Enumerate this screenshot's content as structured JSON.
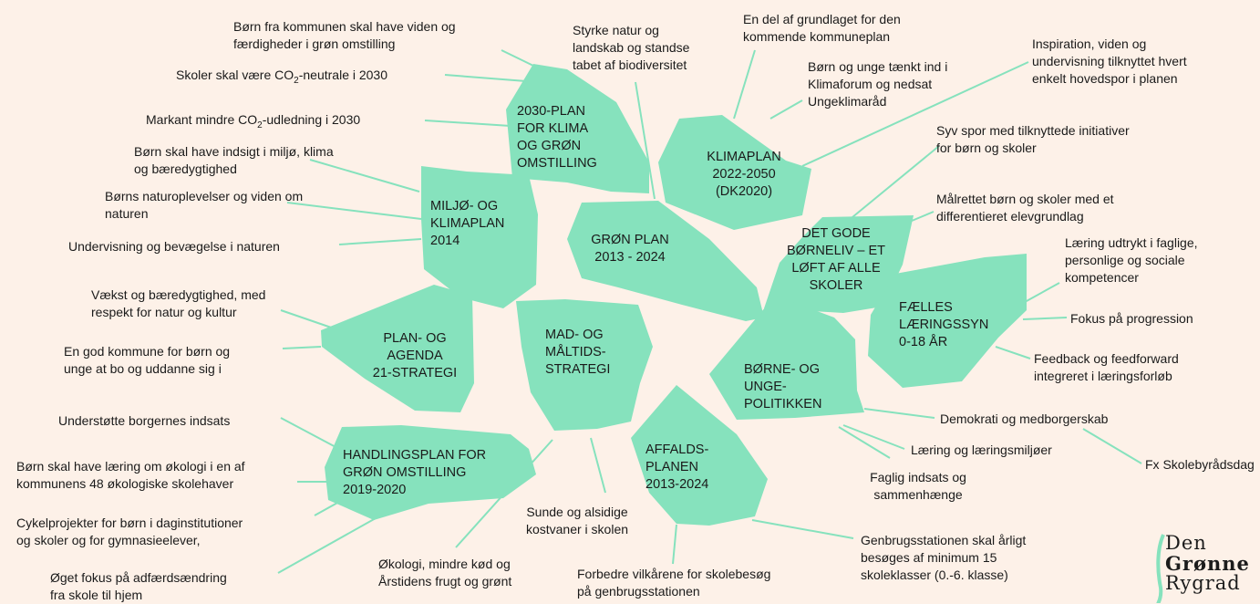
{
  "colors": {
    "background": "#fdf1e8",
    "plan_fill": "#86e2bd",
    "connector": "#86e2bd",
    "text": "#1a1a1a"
  },
  "plans": {
    "p2030": [
      "2030-PLAN",
      "FOR KLIMA",
      "OG GRØN",
      "OMSTILLING"
    ],
    "klimaplan": [
      "KLIMAPLAN",
      "2022-2050",
      "(DK2020)"
    ],
    "miljo": [
      "MILJØ- OG",
      "KLIMAPLAN",
      "2014"
    ],
    "gron": [
      "GRØN PLAN",
      "2013 - 2024"
    ],
    "borneliv": [
      "DET GODE",
      "BØRNELIV – ET",
      "LØFT AF ALLE",
      "SKOLER"
    ],
    "faelles": [
      "FÆLLES",
      "LÆRINGSSYN",
      "0-18 ÅR"
    ],
    "agenda": [
      "PLAN- OG",
      "AGENDA",
      "21-STRATEGI"
    ],
    "mad": [
      "MAD- OG",
      "MÅLTIDS-",
      "STRATEGI"
    ],
    "borne": [
      "BØRNE- OG",
      "UNGE-",
      "POLITIKKEN"
    ],
    "handling": [
      "HANDLINGSPLAN FOR",
      "GRØN OMSTILLING",
      "2019-2020"
    ],
    "affald": [
      "AFFALDS-",
      "PLANEN",
      "2013-2024"
    ]
  },
  "annotations": {
    "a1": [
      "Børn fra kommunen skal have viden og",
      "færdigheder i grøn omstilling"
    ],
    "a2": [
      "Skoler skal være CO",
      "2",
      "-neutrale i 2030"
    ],
    "a3": [
      "Markant mindre CO",
      "2",
      "-udledning i 2030"
    ],
    "a4": [
      "Børn skal have indsigt i miljø, klima",
      "og bæredygtighed"
    ],
    "a5": [
      "Børns naturoplevelser og viden om",
      "naturen"
    ],
    "a6": [
      "Undervisning og bevægelse i naturen"
    ],
    "a7": [
      "Vækst og bæredygtighed, med",
      "respekt for natur og kultur"
    ],
    "a8": [
      "En god kommune for børn og",
      "unge at bo og uddanne sig i"
    ],
    "a9": [
      "Understøtte borgernes indsats"
    ],
    "a10": [
      "Børn skal have læring om økologi i en af",
      "kommunens 48 økologiske skolehaver"
    ],
    "a11": [
      "Cykelprojekter for børn i daginstitutioner",
      "og skoler og for gymnasieelever,"
    ],
    "a12": [
      "Øget fokus på adfærdsændring",
      "fra skole til hjem"
    ],
    "a13": [
      "Styrke natur og",
      "landskab og standse",
      "tabet af biodiversitet"
    ],
    "a14": [
      "En del af grundlaget for den",
      "kommende kommuneplan"
    ],
    "a15": [
      "Børn og unge tænkt ind i",
      "Klimaforum og nedsat",
      "Ungeklimaråd"
    ],
    "a16": [
      "Inspiration, viden og",
      "undervisning tilknyttet hvert",
      "enkelt hovedspor i planen"
    ],
    "a17": [
      "Syv spor med tilknyttede initiativer",
      "for børn og skoler"
    ],
    "a18": [
      "Målrettet børn og skoler med et",
      "differentieret elevgrundlag"
    ],
    "a19": [
      "Læring udtrykt i faglige,",
      "personlige og sociale",
      "kompetencer"
    ],
    "a20": [
      "Fokus på progression"
    ],
    "a21": [
      "Feedback og feedforward",
      "integreret i læringsforløb"
    ],
    "a22": [
      "Demokrati og medborgerskab"
    ],
    "a23": [
      "Læring og læringsmiljøer"
    ],
    "a24": [
      "Fx Skolebyrådsdag"
    ],
    "a25": [
      "Faglig indsats og",
      "sammenhænge"
    ],
    "a26": [
      "Sunde og alsidige",
      "kostvaner i skolen"
    ],
    "a27": [
      "Økologi, mindre kød og",
      "Årstidens frugt og grønt"
    ],
    "a28": [
      "Forbedre vilkårene for skolebesøg",
      "på genbrugsstationen"
    ],
    "a29": [
      "Genbrugsstationen skal årligt",
      "besøges af minimum 15",
      "skoleklasser (0.-6. klasse)"
    ]
  },
  "logo": {
    "name": "den-gronne-rygrad-logo",
    "lines": [
      "Den",
      "Grønne",
      "Rygrad"
    ]
  }
}
